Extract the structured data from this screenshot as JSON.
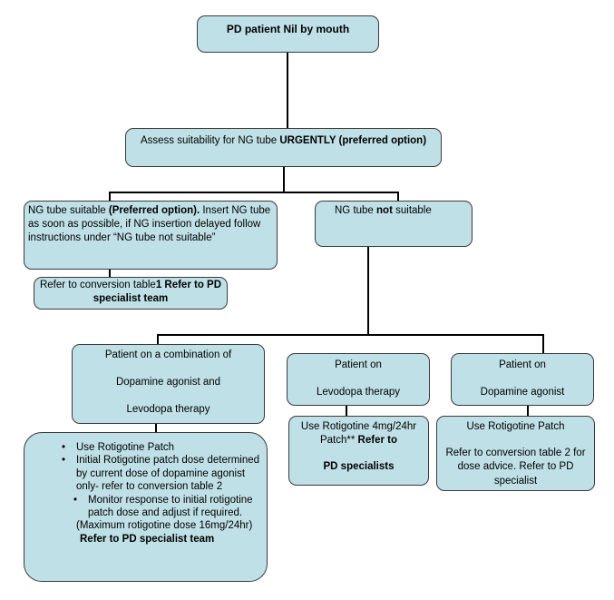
{
  "nodes": {
    "start": "PD patient Nil by mouth",
    "assess": {
      "text": "Assess suitability for NG tube ",
      "bold": "URGENTLY (preferred option)"
    },
    "ng_suitable": {
      "t1": "NG tube suitable ",
      "b1": "(Preferred option).",
      "t2": " Insert NG tube as soon as possible, if NG insertion delayed follow instructions under “NG tube not suitable”"
    },
    "ng_not_suitable": {
      "t1": "NG tube ",
      "b1": "not",
      "t2": " suitable"
    },
    "refer_conversion1": {
      "t1": "Refer to conversion table",
      "b1": "1 Refer to PD specialist team"
    },
    "combo": {
      "line1": "Patient on a combination of",
      "line2": "Dopamine agonist and",
      "line3": "Levodopa therapy"
    },
    "levodopa": {
      "line1": "Patient on",
      "line2": "Levodopa therapy"
    },
    "dopamine": {
      "line1": "Patient on",
      "line2": "Dopamine agonist"
    },
    "combo_action": {
      "item1": "Use Rotigotine Patch",
      "item2": "Initial Rotigotine patch dose determined by current dose of dopamine agonist only- refer to conversion table 2",
      "item3": "Monitor response to initial rotigotine patch dose and adjust if required.",
      "max": "(Maximum rotigotine dose 16mg/24hr)",
      "refer": "Refer to PD specialist team"
    },
    "levodopa_action": {
      "t1": "Use Rotigotine 4mg/24hr Patch**",
      "b1": " Refer to",
      "b2": "PD specialists"
    },
    "dopamine_action": {
      "line1": "Use Rotigotine Patch",
      "line2": "Refer to conversion table 2 for dose advice. Refer to PD specialist"
    }
  }
}
